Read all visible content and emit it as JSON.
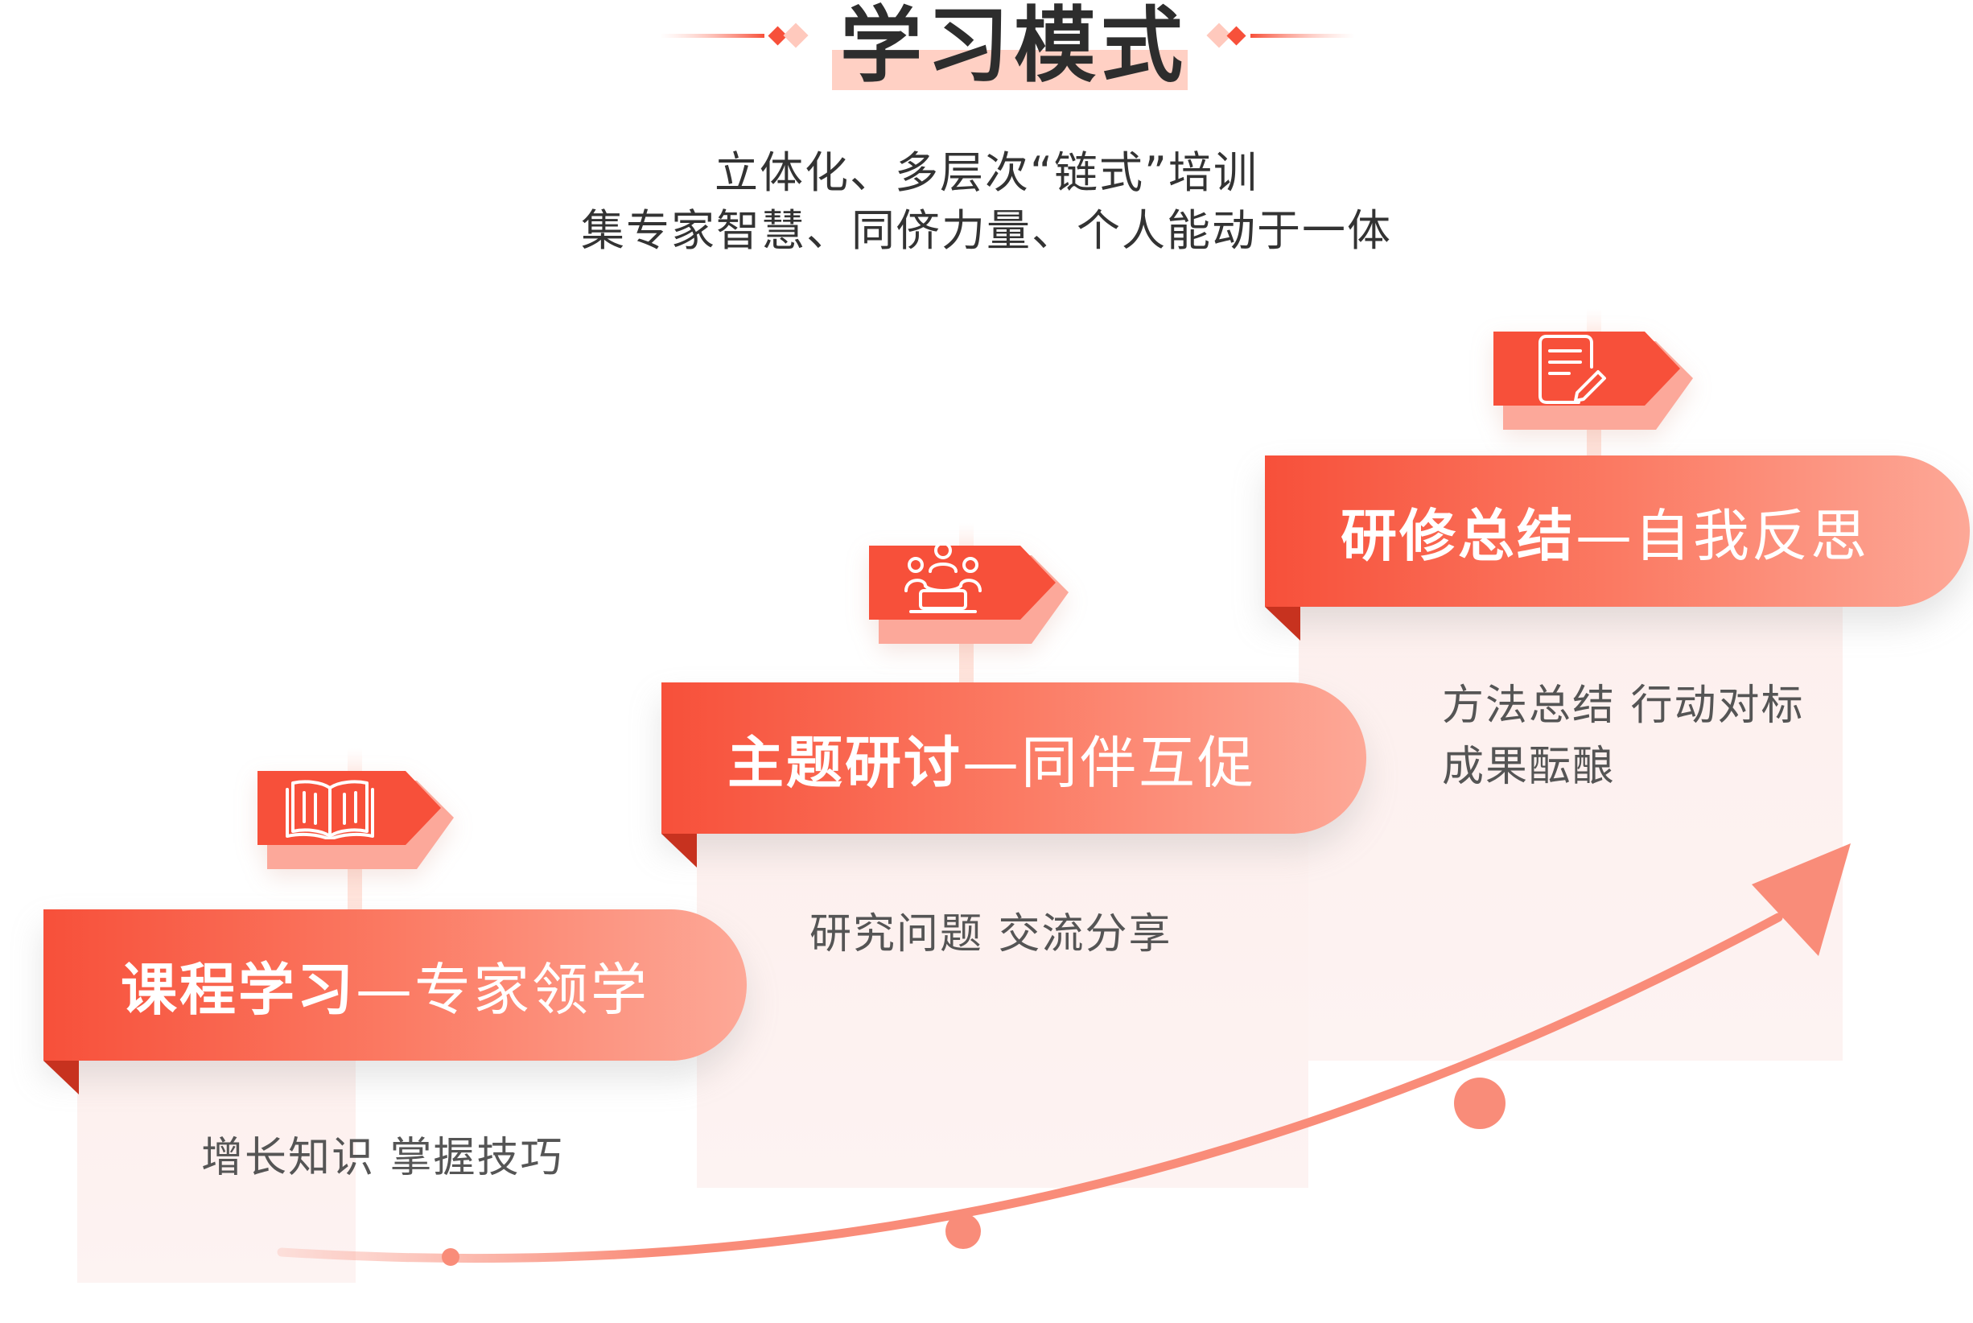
{
  "header": {
    "title": "学习模式",
    "subtitle_line1": "立体化、多层次“链式”培训",
    "subtitle_line2": "集专家智慧、同侪力量、个人能动于一体"
  },
  "steps": [
    {
      "title_bold": "课程学习",
      "title_rest": "—专家领学",
      "desc_lines": [
        "增长知识 掌握技巧"
      ],
      "icon": "open-book-icon"
    },
    {
      "title_bold": "主题研讨",
      "title_rest": "—同伴互促",
      "desc_lines": [
        "研究问题 交流分享"
      ],
      "icon": "meeting-group-icon"
    },
    {
      "title_bold": "研修总结",
      "title_rest": "—自我反思",
      "desc_lines": [
        "方法总结 行动对标",
        "成果酝酿"
      ],
      "icon": "document-edit-icon"
    }
  ],
  "colors": {
    "accent": "#f7503a",
    "accent_light": "#fda897",
    "title_highlight": "#ffd0c4",
    "panel_bg": "#fdf0ee",
    "arrow": "#f98c79"
  }
}
